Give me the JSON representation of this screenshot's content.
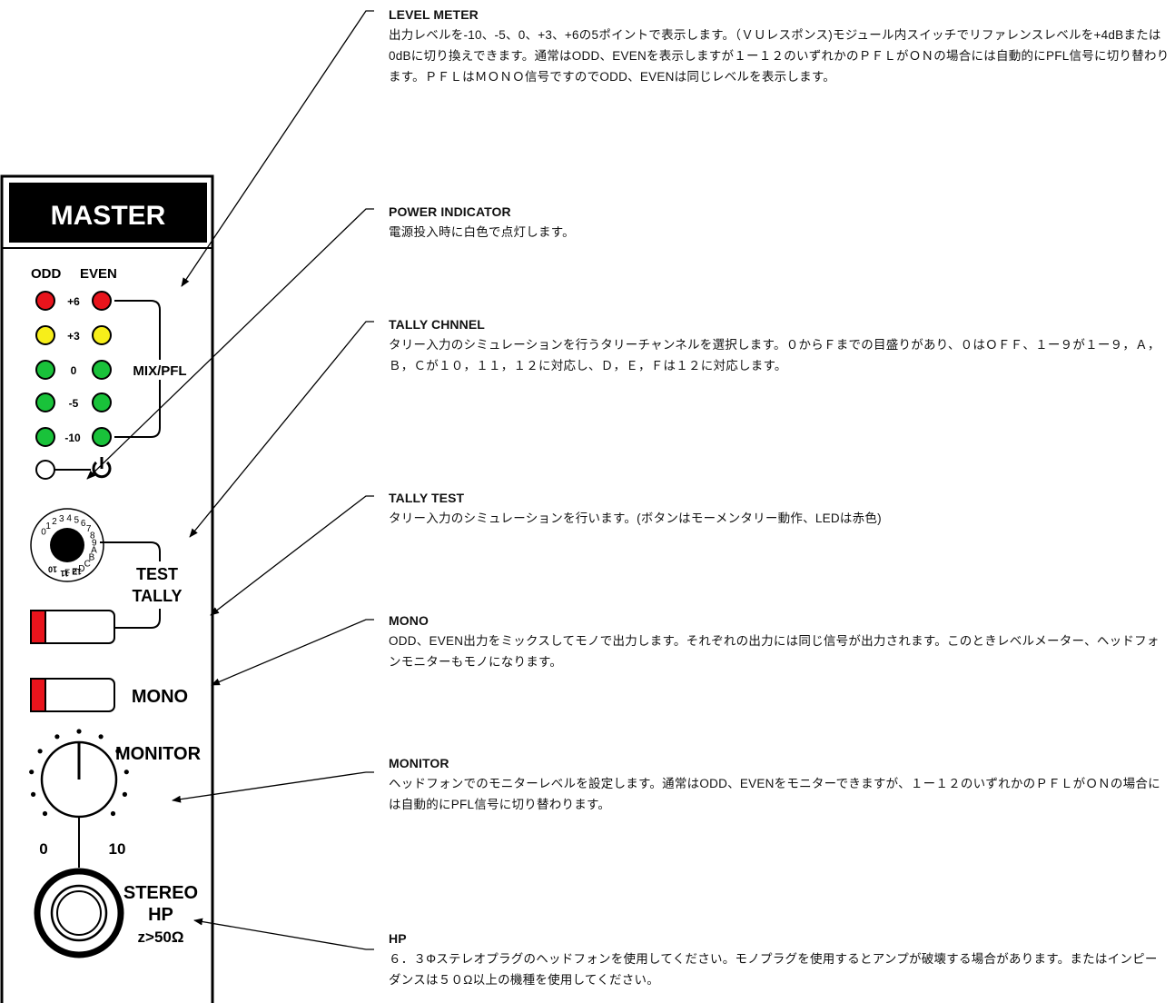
{
  "panel": {
    "title": "MASTER",
    "odd_label": "ODD",
    "even_label": "EVEN",
    "meter_scale": [
      "+6",
      "+3",
      "0",
      "-5",
      "-10"
    ],
    "mix_pfl_label": "MIX/PFL",
    "rotary_ticks_top": [
      "0",
      "1",
      "2",
      "3",
      "4",
      "5",
      "6",
      "7",
      "8",
      "9",
      "A",
      "B",
      "C",
      "D",
      "E",
      "F"
    ],
    "rotary_ticks_bottom": [
      "10",
      "11",
      "12"
    ],
    "test_label": "TEST",
    "tally_label": "TALLY",
    "mono_label": "MONO",
    "monitor_label": "MONITOR",
    "monitor_min": "0",
    "monitor_max": "10",
    "hp_line1": "STEREO",
    "hp_line2": "HP",
    "hp_line3": "z>50Ω",
    "led_colors": {
      "red": "#e8141c",
      "yellow": "#f7ee1a",
      "green": "#19c23a",
      "off": "#ffffff"
    }
  },
  "callouts": [
    {
      "title": "LEVEL METER",
      "body": "出力レベルを-10、-5、0、+3、+6の5ポイントで表示します。（ＶＵレスポンス)モジュール内スイッチでリファレンスレベルを+4dBまたは0dBに切り換えできます。通常はODD、EVENを表示しますが１ー１２のいずれかのＰＦＬがＯＮの場合には自動的にPFL信号に切り替わります。ＰＦＬはＭＯＮＯ信号ですのでODD、EVENは同じレベルを表示します。"
    },
    {
      "title": "POWER INDICATOR",
      "body": "電源投入時に白色で点灯します。"
    },
    {
      "title": "TALLY CHNNEL",
      "body": "タリー入力のシミュレーションを行うタリーチャンネルを選択します。０からＦまでの目盛りがあり、０はＯＦＦ、１ー９が１ー９，Ａ，Ｂ，Ｃが１０，１１，１２に対応し、Ｄ，Ｅ，Ｆは１２に対応します。"
    },
    {
      "title": "TALLY TEST",
      "body": "タリー入力のシミュレーションを行います。(ボタンはモーメンタリー動作、LEDは赤色)"
    },
    {
      "title": "MONO",
      "body": "ODD、EVEN出力をミックスしてモノで出力します。それぞれの出力には同じ信号が出力されます。このときレベルメーター、ヘッドフォンモニターもモノになります。"
    },
    {
      "title": "MONITOR",
      "body": "ヘッドフォンでのモニターレベルを設定します。通常はODD、EVENをモニターできますが、１ー１２のいずれかのＰＦＬがＯＮの場合には自動的にPFL信号に切り替わります。"
    },
    {
      "title": "HP",
      "body": "６．３Φステレオプラグのヘッドフォンを使用してください。モノプラグを使用するとアンプが破壊する場合があります。またはインピーダンスは５０Ω以上の機種を使用してください。"
    }
  ]
}
